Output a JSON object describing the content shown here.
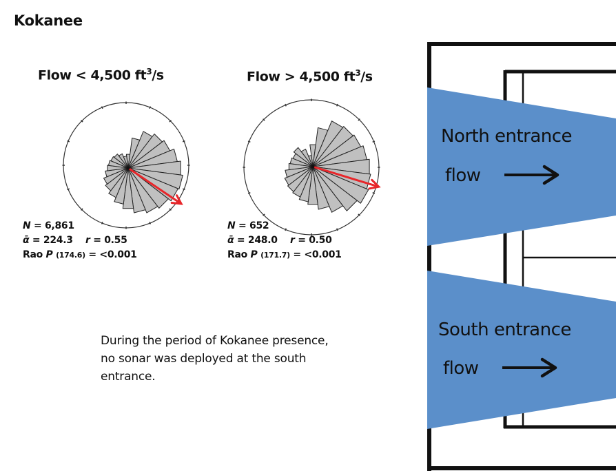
{
  "page": {
    "title": "Kokanee"
  },
  "panels": [
    {
      "id": "low-flow",
      "title_prefix": "Flow < 4,500 ft",
      "title_sup": "3",
      "title_suffix": "/s",
      "stats": {
        "n_label": "N",
        "n_value": "= 6,861",
        "alpha_label": "ᾱ",
        "alpha_value": "= 224.3",
        "r_label": "r",
        "r_value": "= 0.55",
        "rao_label": "Rao",
        "rao_p": "P",
        "rao_stat": "(174.6)",
        "rao_value": "= <0.001"
      }
    },
    {
      "id": "high-flow",
      "title_prefix": "Flow > 4,500 ft",
      "title_sup": "3",
      "title_suffix": "/s",
      "stats": {
        "n_label": "N",
        "n_value": "= 652",
        "alpha_label": "ᾱ",
        "alpha_value": "= 248.0",
        "r_label": "r",
        "r_value": "= 0.50",
        "rao_label": "Rao",
        "rao_p": "P",
        "rao_stat": "(171.7)",
        "rao_value": "= <0.001"
      }
    }
  ],
  "note": "During the period of Kokanee presence, no sonar was deployed at the south entrance.",
  "schematic": {
    "north_label_line1": "North entrance",
    "north_label_line2": "flow",
    "south_label_line1": "South entrance",
    "south_label_line2": "flow",
    "arrow_icon": "right-arrow-icon"
  },
  "colors": {
    "flow_fill": "#5b8fca",
    "petal_fill": "#c0c0c0",
    "mean_vector": "#e8262a",
    "outline": "#111111"
  },
  "chart_data": [
    {
      "type": "rose",
      "title": "Flow < 4,500 ft3/s",
      "angle_unit": "degrees (screen clockwise from up)",
      "bin_width_deg": 15,
      "bins": [
        {
          "angle": 0,
          "value": 0.25
        },
        {
          "angle": 15,
          "value": 0.55
        },
        {
          "angle": 30,
          "value": 0.72
        },
        {
          "angle": 45,
          "value": 0.78
        },
        {
          "angle": 60,
          "value": 0.82
        },
        {
          "angle": 75,
          "value": 0.9
        },
        {
          "angle": 90,
          "value": 0.96
        },
        {
          "angle": 105,
          "value": 1.0
        },
        {
          "angle": 120,
          "value": 0.98
        },
        {
          "angle": 135,
          "value": 0.92
        },
        {
          "angle": 150,
          "value": 0.88
        },
        {
          "angle": 165,
          "value": 0.82
        },
        {
          "angle": 180,
          "value": 0.74
        },
        {
          "angle": 195,
          "value": 0.66
        },
        {
          "angle": 210,
          "value": 0.58
        },
        {
          "angle": 225,
          "value": 0.52
        },
        {
          "angle": 240,
          "value": 0.48
        },
        {
          "angle": 255,
          "value": 0.42
        },
        {
          "angle": 270,
          "value": 0.38
        },
        {
          "angle": 285,
          "value": 0.36
        },
        {
          "angle": 300,
          "value": 0.34
        },
        {
          "angle": 315,
          "value": 0.32
        },
        {
          "angle": 330,
          "value": 0.28
        },
        {
          "angle": 345,
          "value": 0.22
        }
      ],
      "mean_vector": {
        "angle": 124,
        "length": 1.0
      }
    },
    {
      "type": "rose",
      "title": "Flow > 4,500 ft3/s",
      "angle_unit": "degrees (screen clockwise from up)",
      "bin_width_deg": 15,
      "bins": [
        {
          "angle": 0,
          "value": 0.35
        },
        {
          "angle": 15,
          "value": 0.62
        },
        {
          "angle": 30,
          "value": 0.78
        },
        {
          "angle": 45,
          "value": 0.8
        },
        {
          "angle": 60,
          "value": 0.82
        },
        {
          "angle": 75,
          "value": 0.86
        },
        {
          "angle": 90,
          "value": 0.9
        },
        {
          "angle": 105,
          "value": 0.92
        },
        {
          "angle": 120,
          "value": 0.95
        },
        {
          "angle": 135,
          "value": 0.88
        },
        {
          "angle": 150,
          "value": 0.78
        },
        {
          "angle": 165,
          "value": 0.68
        },
        {
          "angle": 180,
          "value": 0.6
        },
        {
          "angle": 195,
          "value": 0.56
        },
        {
          "angle": 210,
          "value": 0.52
        },
        {
          "angle": 225,
          "value": 0.5
        },
        {
          "angle": 240,
          "value": 0.48
        },
        {
          "angle": 255,
          "value": 0.44
        },
        {
          "angle": 270,
          "value": 0.38
        },
        {
          "angle": 285,
          "value": 0.36
        },
        {
          "angle": 300,
          "value": 0.34
        },
        {
          "angle": 315,
          "value": 0.38
        },
        {
          "angle": 330,
          "value": 0.3
        },
        {
          "angle": 345,
          "value": 0.18
        }
      ],
      "mean_vector": {
        "angle": 107,
        "length": 1.0
      }
    }
  ]
}
